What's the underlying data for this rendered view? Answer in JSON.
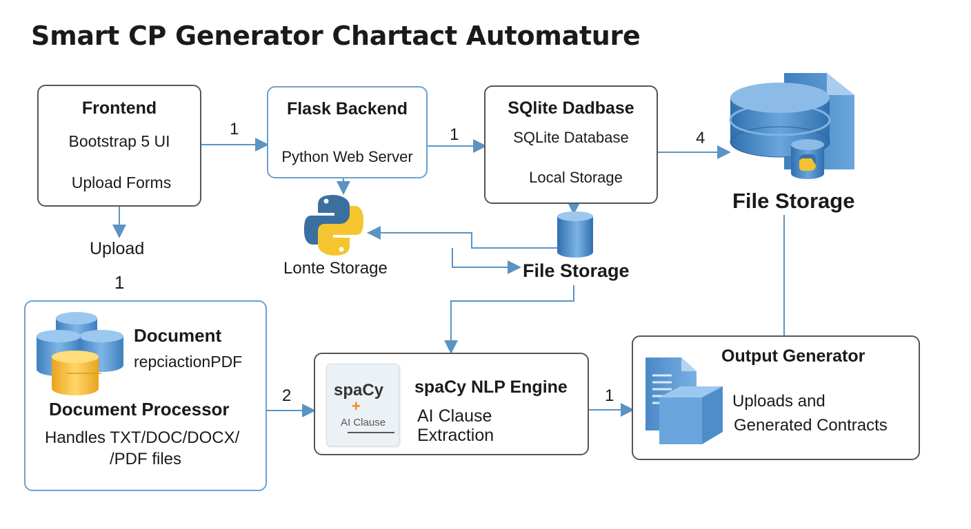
{
  "title": "Smart CP Generator Chartact Automature",
  "frontend": {
    "title": "Frontend",
    "line1": "Bootstrap 5 UI",
    "line2": "Upload Forms"
  },
  "flask": {
    "title": "Flask Backend",
    "line1": "Python Web Server"
  },
  "sqlite": {
    "title": "SQlite Dadbase",
    "line1": "SQLite Database",
    "line2": "Local Storage"
  },
  "file_storage_big": {
    "label": "File Storage"
  },
  "python_logo": {
    "label": "Lonte Storage"
  },
  "file_storage_small": {
    "label": "File Storage"
  },
  "upload": {
    "label": "Upload",
    "num": "1"
  },
  "document": {
    "heading": "Document",
    "sub": "repciactionPDF",
    "title": "Document Processor",
    "line1": "Handles TXT/DOC/DOCX/",
    "line2": "/PDF files"
  },
  "spacy": {
    "icon_text": "spaCy",
    "icon_sub": "AI Clause",
    "title": "spaCy NLP Engine",
    "line1": "AI Clause",
    "line2": "Extraction"
  },
  "output": {
    "title": "Output Generator",
    "line1": "Uploads and",
    "line2": "Generated Contracts"
  },
  "edge_labels": {
    "front_to_flask": "1",
    "flask_to_sqlite": "1",
    "sqlite_to_files": "4",
    "doc_to_spacy": "2",
    "spacy_to_output": "1"
  },
  "colors": {
    "arrow": "#5b93c2",
    "box_border": "#555555",
    "box_blue": "#6aa0cc",
    "db_blue": "#3f7fbf",
    "db_yellow": "#f2b630"
  }
}
